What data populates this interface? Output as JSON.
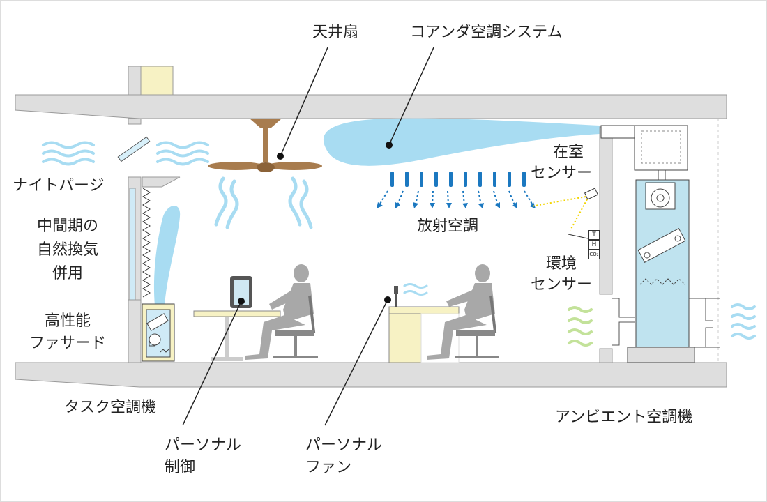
{
  "labels": {
    "ceiling_fan": "天井扇",
    "coanda": "コアンダ空調システム",
    "occupancy_sensor": [
      "在室",
      "センサー"
    ],
    "night_purge": "ナイトパージ",
    "natural_vent": [
      "中間期の",
      "自然換気",
      "併用"
    ],
    "radiant": "放射空調",
    "env_sensor": [
      "環境",
      "センサー"
    ],
    "facade": [
      "高性能",
      "ファサード"
    ],
    "task_ac": "タスク空調機",
    "ambient_ac": "アンビエント空調機",
    "personal_control": [
      "パーソナル",
      "制御"
    ],
    "personal_fan": [
      "パーソナル",
      "ファン"
    ]
  },
  "sensor_marks": [
    "T",
    "H",
    "CO₂"
  ],
  "colors": {
    "slab": "#dedede",
    "air_blue": "#a8dcf2",
    "radiant_blue": "#1b78c0",
    "duct_cream": "#f7f2c4",
    "ahu_blue": "#bfe3ef",
    "person_gray": "#a8a8a8",
    "fan_brown": "#a87c4e",
    "fresh_green": "#c3e29a",
    "sensor_dot": "#f2d400"
  }
}
